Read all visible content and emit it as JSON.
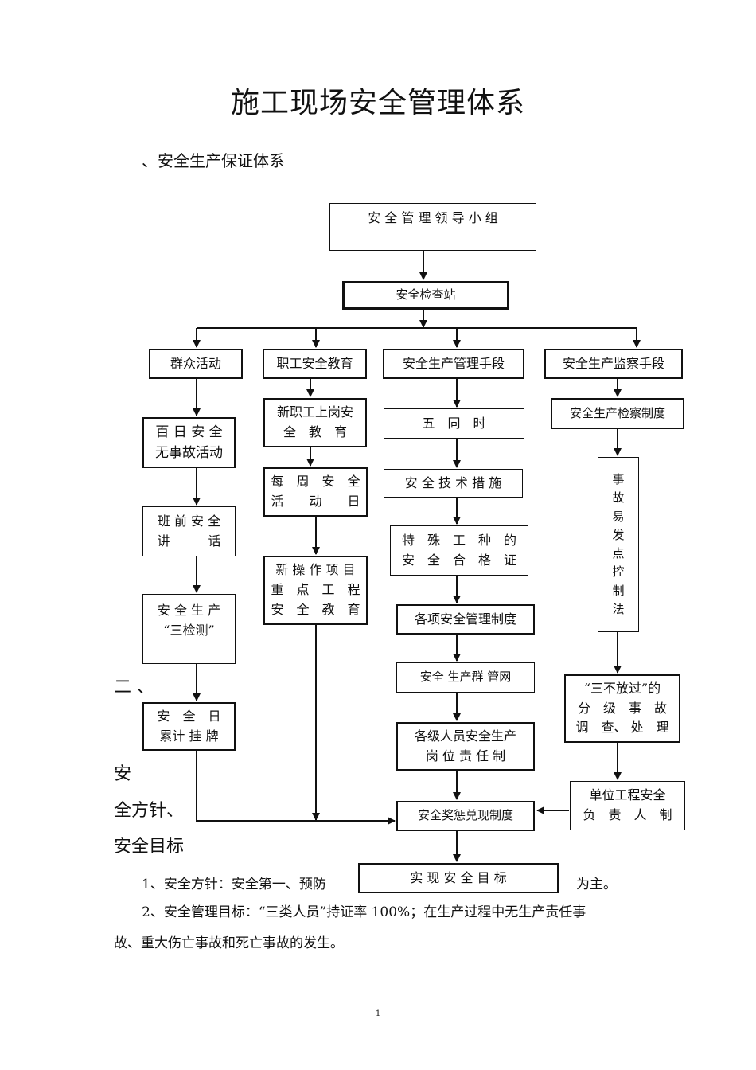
{
  "title": "施工现场安全管理体系",
  "section1": "、安全生产保证体系",
  "boxes": {
    "leader": "安 全 管 理 领 导 小 组",
    "station": "安全检查站",
    "mass": "群众活动",
    "edu": "职工安全教育",
    "mgmt": "安全生产管理手段",
    "supv": "安全生产监察手段",
    "hundred": "百 日 安 全\n无事故活动",
    "newworker": "新职工上岗安\n全　教　育",
    "five": "五　同　时",
    "inspect": "安全生产检察制度",
    "prework": "班 前 安 全\n讲　　　话",
    "weekly": "每　周　安　全\n活　　动　　日",
    "tech": "安 全 技 术 措 施",
    "accident": "事\n故\n易\n发\n点\n控\n制\n法",
    "special": "特　殊　工　种　的\n安　全　合　格　证",
    "newop": "新 操 作 项 目\n重　点　工　程\n安　全　教　育",
    "triple": "安 全 生 产\n“三检测”",
    "rules": "各项安全管理制度",
    "network": "安全 生产群 管网",
    "threeno": "“三不放过”的\n分　级　事　故\n调　查、 处　理",
    "daily": "安　全　日\n累计 挂 牌",
    "duty": "各级人员安全生产\n岗 位 责 任 制",
    "unit": "单位工程安全\n负　责　人　制",
    "reward": "安全奖惩兑现制度",
    "target": "实 现 安 全 目 标"
  },
  "side_labels": {
    "two": "二 、",
    "an": "安",
    "policy": "全方针、",
    "goal": "安全目标"
  },
  "policy_line": {
    "before": "1、安全方针：安全第一、预防",
    "after": "为主。"
  },
  "goal_line": "2、安全管理目标：“三类人员”持证率 100%；在生产过程中无生产责任事",
  "goal_line2": "故、重大伤亡事故和死亡事故的发生。",
  "page_number": "1"
}
